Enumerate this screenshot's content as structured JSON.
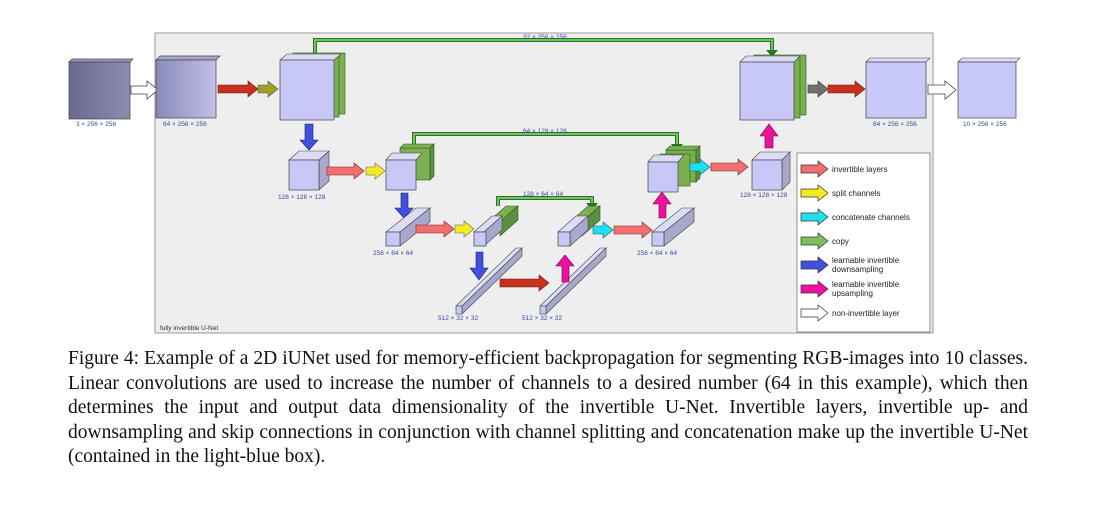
{
  "diagram": {
    "box_label": "fully invertible U-Net",
    "dims": {
      "input": "3 × 256 × 256",
      "lift": "64 × 256 × 256",
      "skip_top": "32 × 256 × 256",
      "skip_mid": "64 × 128 × 128",
      "skip_low": "128 × 64 × 64",
      "level2_down": "128 × 128 × 128",
      "level3_down": "256 × 64 × 64",
      "bottom_a": "512 × 32 × 32",
      "bottom_b": "512 × 32 × 32",
      "level3_up": "256 × 64 × 64",
      "level2_up": "128 × 128 × 128",
      "out_lift": "64 × 256 × 256",
      "output": "10 × 256 × 256"
    },
    "legend": [
      {
        "label": "invertible layers",
        "color": "#f07070"
      },
      {
        "label": "split channels",
        "color": "#f4ea20"
      },
      {
        "label": "concatenate channels",
        "color": "#20e0f0"
      },
      {
        "label": "copy",
        "color": "#7ac060"
      },
      {
        "label": "learnable invertible",
        "label2": "downsampling",
        "color": "#4050e0"
      },
      {
        "label": "learnable invertible",
        "label2": "upsampling",
        "color": "#f010a0"
      },
      {
        "label": "non-invertible layer",
        "color": "#ffffff"
      }
    ],
    "colors": {
      "invertible": "#c83020",
      "split": "#a0a020",
      "copy": "#227722",
      "down": "#4050e0",
      "up": "#f010a0",
      "concat": "#20e0f0",
      "block": "#c8c8f8",
      "feature_green": "#7ab050"
    }
  },
  "caption": "Figure 4: Example of a 2D iUNet used for memory-efficient backpropagation for segmenting RGB-images into 10 classes. Linear convolutions are used to increase the number of channels to a desired number (64 in this example), which then determines the input and output data dimensionality of the invertible U-Net. Invertible layers, invertible up- and downsampling and skip connections in conjunction with channel splitting and concatenation make up the invertible U-Net (contained in the light-blue box)."
}
